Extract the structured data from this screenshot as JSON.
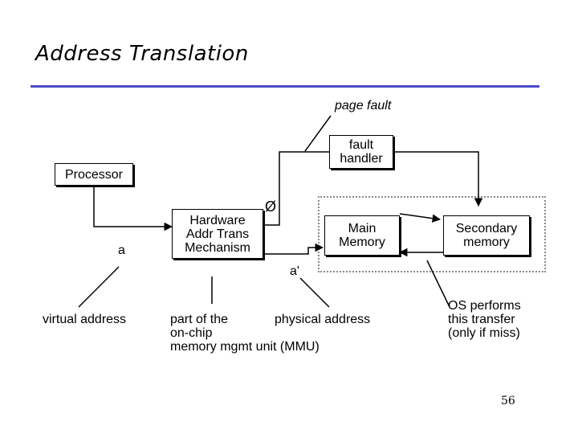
{
  "title": "Address Translation",
  "labels": {
    "page_fault": "page fault",
    "processor": "Processor",
    "a": "a",
    "empty_set": "Ø",
    "a_prime": "a'",
    "virtual_address": "virtual address",
    "part_of": "part of the\non-chip\nmemory mgmt unit (MMU)",
    "physical_address": "physical address",
    "os_performs": "OS performs\nthis transfer\n(only if miss)"
  },
  "boxes": {
    "fault_handler": "fault\nhandler",
    "hardware": "Hardware\nAddr Trans\nMechanism",
    "main_memory": "Main\nMemory",
    "secondary_memory": "Secondary\nmemory"
  },
  "page_number": "56",
  "colors": {
    "rule": "#4b4bc8"
  }
}
